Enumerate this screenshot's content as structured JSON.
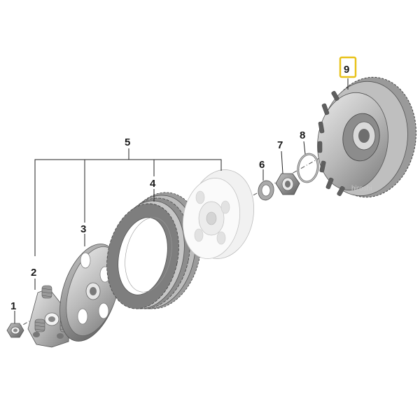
{
  "diagram": {
    "callouts": [
      {
        "id": "1",
        "label": "1"
      },
      {
        "id": "2",
        "label": "2"
      },
      {
        "id": "3",
        "label": "3"
      },
      {
        "id": "4",
        "label": "4"
      },
      {
        "id": "5",
        "label": "5"
      },
      {
        "id": "6",
        "label": "6"
      },
      {
        "id": "7",
        "label": "7"
      },
      {
        "id": "8",
        "label": "8"
      },
      {
        "id": "9",
        "label": "9",
        "highlighted": true
      }
    ],
    "highlight_color": "#e8c21a",
    "watermark": "hiroshi"
  }
}
